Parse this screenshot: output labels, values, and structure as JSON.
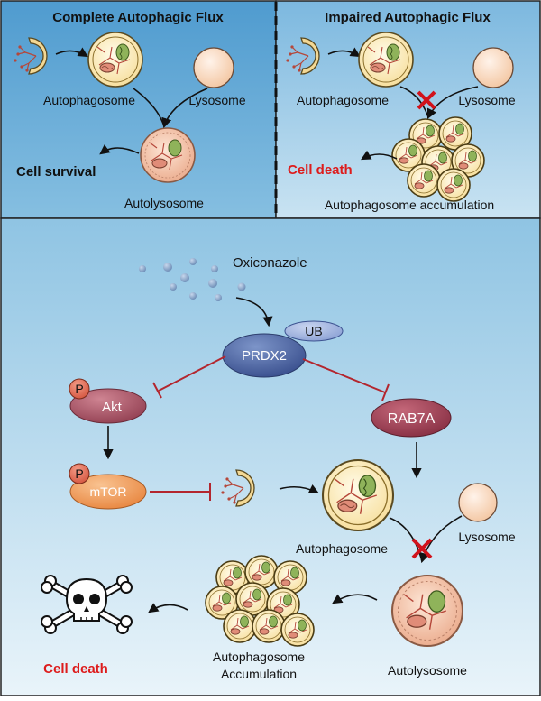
{
  "top_left": {
    "title": "Complete Autophagic Flux",
    "autophagosome": "Autophagosome",
    "lysosome": "Lysosome",
    "outcome": "Cell survival",
    "autolysosome": "Autolysosome"
  },
  "top_right": {
    "title": "Impaired Autophagic Flux",
    "autophagosome": "Autophagosome",
    "lysosome": "Lysosome",
    "outcome": "Cell death",
    "accumulation": "Autophagosome accumulation"
  },
  "bottom": {
    "drug": "Oxiconazole",
    "ub": "UB",
    "prdx2": "PRDX2",
    "p_akt": "P",
    "akt": "Akt",
    "p_mtor": "P",
    "mtor": "mTOR",
    "rab7a": "RAB7A",
    "lysosome": "Lysosome",
    "autophagosome": "Autophagosome",
    "accumulation_line1": "Autophagosome",
    "accumulation_line2": "Accumulation",
    "autolysosome": "Autolysosome",
    "outcome": "Cell death"
  },
  "colors": {
    "panel_top_left": "#5ea6d3",
    "panel_top_right": "#8cc3e2",
    "panel_bottom": "#97c8e4",
    "death_red": "#dd1c1c",
    "inhibit_red": "#b3262e",
    "prdx2": "#4e6aa8",
    "akt": "#b05a6a",
    "mtor": "#f0a063",
    "rab7a": "#a8475a"
  }
}
